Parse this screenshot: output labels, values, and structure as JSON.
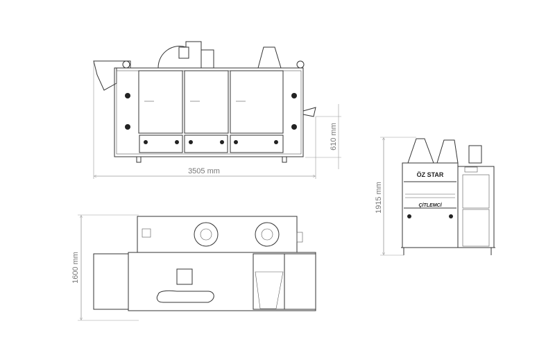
{
  "dimensions": {
    "front_width": "3505 mm",
    "front_height": "610 mm",
    "side_height": "1915 mm",
    "top_depth": "1600 mm"
  },
  "branding": {
    "brand_logo": "ÖZ STAR",
    "product_logo": "ÇİTLEMCİ"
  }
}
